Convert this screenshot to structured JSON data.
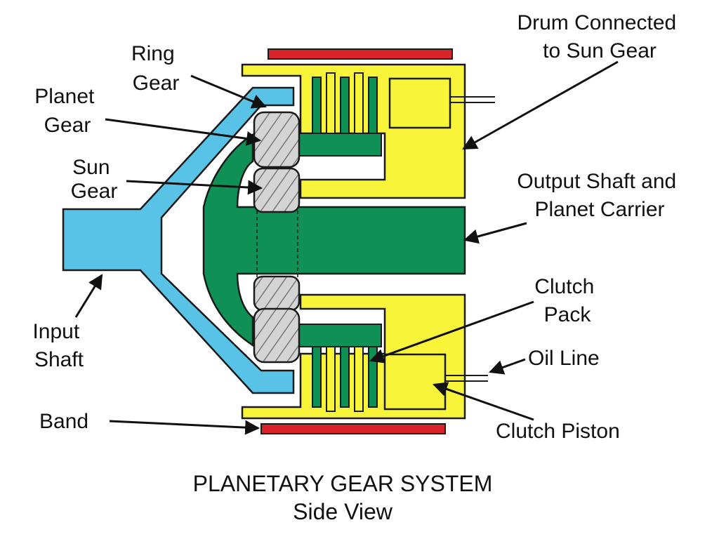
{
  "labels": {
    "ring_gear": [
      "Ring",
      "Gear"
    ],
    "planet_gear": [
      "Planet",
      "Gear"
    ],
    "sun_gear": [
      "Sun",
      "Gear"
    ],
    "input_shaft": [
      "Input",
      "Shaft"
    ],
    "band": "Band",
    "drum": [
      "Drum Connected",
      "to Sun Gear"
    ],
    "output_shaft": [
      "Output Shaft and",
      "Planet Carrier"
    ],
    "clutch_pack": [
      "Clutch",
      "Pack"
    ],
    "oil_line": "Oil Line",
    "clutch_piston": "Clutch Piston"
  },
  "caption": {
    "title": "PLANETARY GEAR SYSTEM",
    "subtitle": "Side View"
  },
  "colors": {
    "input_shaft": "#58c3e6",
    "carrier": "#0f9156",
    "drum": "#f7f43a",
    "band": "#d8232a",
    "gear": "#cfcfcf",
    "outline": "#1a1a1a"
  }
}
